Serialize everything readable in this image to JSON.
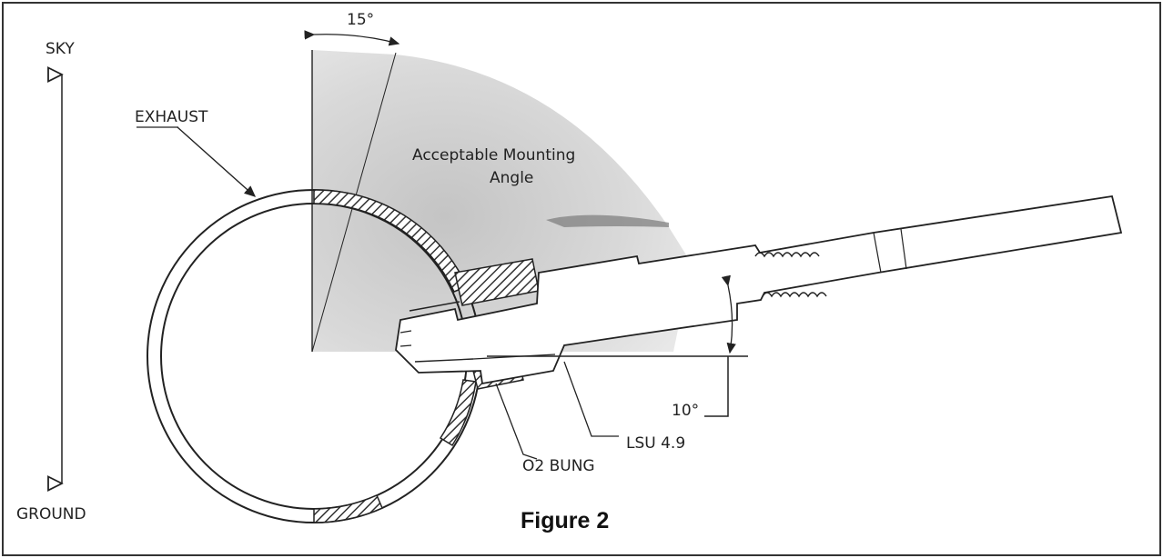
{
  "labels": {
    "sky": "SKY",
    "ground": "GROUND",
    "exhaust": "EXHAUST",
    "angle_15": "15°",
    "acceptable_line1": "Acceptable Mounting",
    "acceptable_line2": "Angle",
    "angle_10": "10°",
    "lsu": "LSU 4.9",
    "bung": "O2 BUNG"
  },
  "caption": "Figure 2",
  "colors": {
    "ink": "#222222",
    "shade": "#cfcfcf",
    "hatch": "#444444"
  }
}
